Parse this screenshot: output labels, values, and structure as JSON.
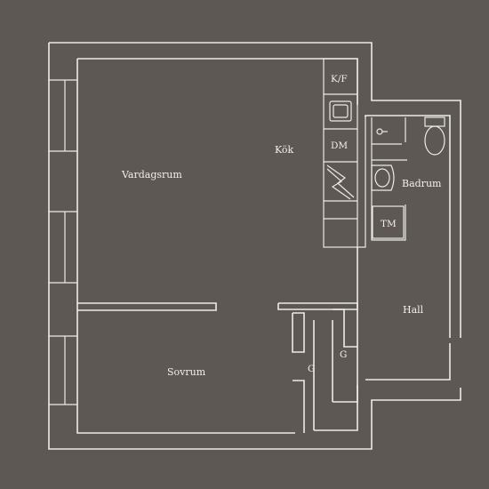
{
  "rooms": {
    "vardagsrum": "Vardagsrum",
    "kok": "Kök",
    "sovrum": "Sovrum",
    "badrum": "Badrum",
    "hall": "Hall"
  },
  "fixtures": {
    "kf": "K/F",
    "dm": "DM",
    "tm": "TM",
    "g1": "G",
    "g2": "G"
  }
}
